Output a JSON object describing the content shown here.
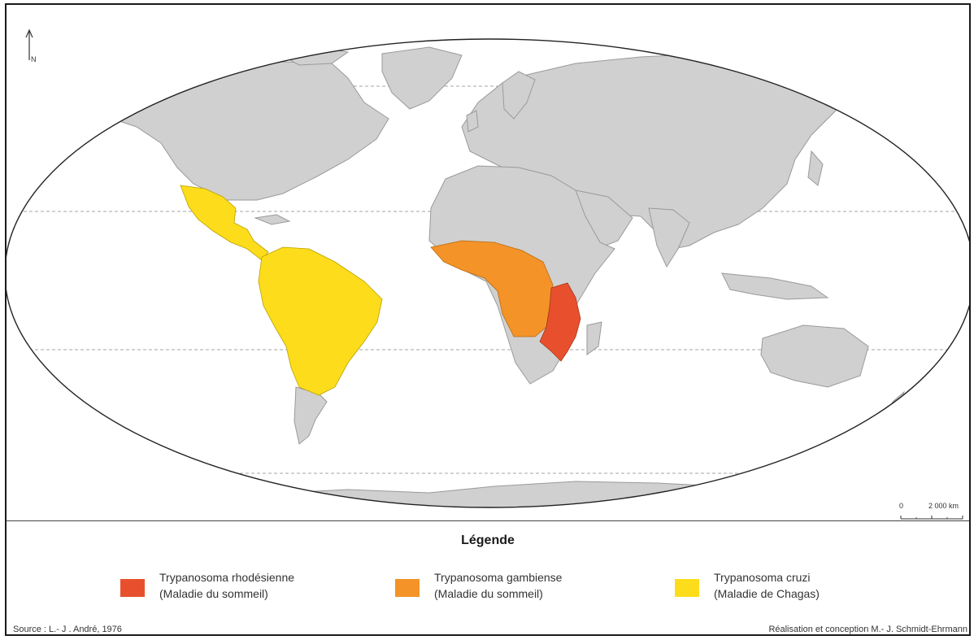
{
  "map": {
    "north_label": "N",
    "scale": {
      "zero": "0",
      "distance": "2 000 km"
    },
    "colors": {
      "land": "#d0d0d0",
      "border": "#9a9a9a",
      "ocean": "#ffffff",
      "rhodesiense": "#e8502d",
      "gambiense": "#f39328",
      "cruzi": "#fddd1b"
    },
    "regions": [
      {
        "name": "Mexico and Central America",
        "category": "Trypanosoma cruzi"
      },
      {
        "name": "South America",
        "category": "Trypanosoma cruzi"
      },
      {
        "name": "West and Central Africa",
        "category": "Trypanosoma gambiense"
      },
      {
        "name": "East Africa",
        "category": "Trypanosoma rhodésienne"
      }
    ]
  },
  "legend": {
    "title": "Légende",
    "items": [
      {
        "line1": "Trypanosoma rhodésienne",
        "line2": "(Maladie du sommeil)",
        "color": "#e8502d"
      },
      {
        "line1": "Trypanosoma gambiense",
        "line2": "(Maladie du sommeil)",
        "color": "#f39328"
      },
      {
        "line1": "Trypanosoma  cruzi",
        "line2": "(Maladie de Chagas)",
        "color": "#fddd1b"
      }
    ]
  },
  "footer": {
    "source": "Source : L.- J . André, 1976",
    "credit": "Réalisation et conception M.- J. Schmidt-Ehrmann"
  }
}
